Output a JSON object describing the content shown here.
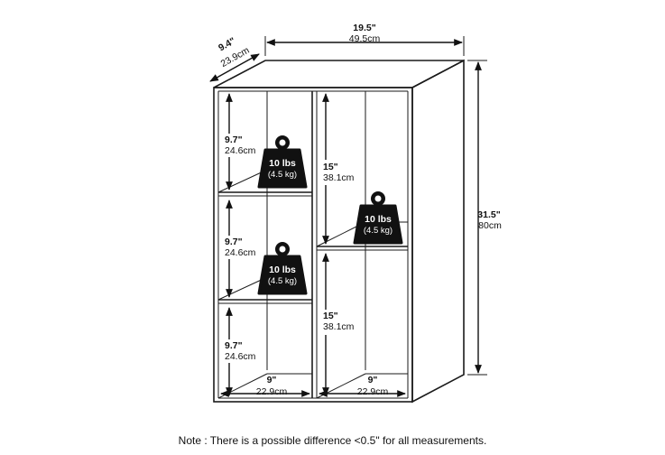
{
  "dimensions": {
    "width_in": "19.5\"",
    "width_cm": "49.5cm",
    "depth_in": "9.4\"",
    "depth_cm": "23.9cm",
    "height_in": "31.5\"",
    "height_cm": "80cm"
  },
  "left_cubbies": [
    {
      "in": "9.7\"",
      "cm": "24.6cm"
    },
    {
      "in": "9.7\"",
      "cm": "24.6cm"
    },
    {
      "in": "9.7\"",
      "cm": "24.6cm"
    }
  ],
  "right_cubbies": [
    {
      "in": "15\"",
      "cm": "38.1cm"
    },
    {
      "in": "15\"",
      "cm": "38.1cm"
    }
  ],
  "bottom_widths": [
    {
      "in": "9\"",
      "cm": "22.9cm"
    },
    {
      "in": "9\"",
      "cm": "22.9cm"
    }
  ],
  "weights": [
    {
      "lbs": "10 lbs",
      "kg": "(4.5 kg)"
    },
    {
      "lbs": "10 lbs",
      "kg": "(4.5 kg)"
    },
    {
      "lbs": "10 lbs",
      "kg": "(4.5 kg)"
    }
  ],
  "note": "Note : There is a possible difference <0.5\" for all measurements."
}
